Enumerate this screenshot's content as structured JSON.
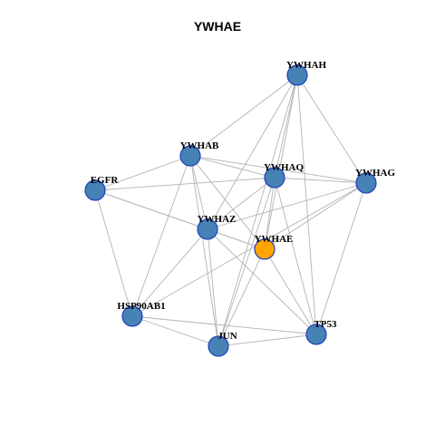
{
  "title": "YWHAE",
  "colors": {
    "node": "#4682b4",
    "highlight": "#ffa500",
    "node_border": "#1f3fbf",
    "edge": "#b3b3b3"
  },
  "nodes": [
    {
      "id": "YWHAH",
      "label": "YWHAH",
      "highlight": false
    },
    {
      "id": "YWHAB",
      "label": "YWHAB",
      "highlight": false
    },
    {
      "id": "YWHAQ",
      "label": "YWHAQ",
      "highlight": false
    },
    {
      "id": "YWHAG",
      "label": "YWHAG",
      "highlight": false
    },
    {
      "id": "EGFR",
      "label": "EGFR",
      "highlight": false
    },
    {
      "id": "YWHAZ",
      "label": "YWHAZ",
      "highlight": false
    },
    {
      "id": "YWHAE",
      "label": "YWHAE",
      "highlight": true
    },
    {
      "id": "HSP90AB1",
      "label": "HSP90AB1",
      "highlight": false
    },
    {
      "id": "TP53",
      "label": "TP53",
      "highlight": false
    },
    {
      "id": "JUN",
      "label": "JUN",
      "highlight": false
    }
  ],
  "edges": [
    [
      "YWHAH",
      "YWHAB"
    ],
    [
      "YWHAH",
      "YWHAQ"
    ],
    [
      "YWHAH",
      "YWHAG"
    ],
    [
      "YWHAH",
      "YWHAZ"
    ],
    [
      "YWHAH",
      "YWHAE"
    ],
    [
      "YWHAH",
      "JUN"
    ],
    [
      "YWHAH",
      "TP53"
    ],
    [
      "YWHAB",
      "EGFR"
    ],
    [
      "YWHAB",
      "YWHAQ"
    ],
    [
      "YWHAB",
      "YWHAG"
    ],
    [
      "YWHAB",
      "YWHAZ"
    ],
    [
      "YWHAB",
      "HSP90AB1"
    ],
    [
      "YWHAB",
      "JUN"
    ],
    [
      "YWHAB",
      "YWHAE"
    ],
    [
      "EGFR",
      "YWHAQ"
    ],
    [
      "EGFR",
      "YWHAZ"
    ],
    [
      "EGFR",
      "HSP90AB1"
    ],
    [
      "EGFR",
      "YWHAE"
    ],
    [
      "YWHAQ",
      "YWHAG"
    ],
    [
      "YWHAQ",
      "YWHAZ"
    ],
    [
      "YWHAQ",
      "YWHAE"
    ],
    [
      "YWHAQ",
      "JUN"
    ],
    [
      "YWHAQ",
      "TP53"
    ],
    [
      "YWHAG",
      "YWHAZ"
    ],
    [
      "YWHAG",
      "YWHAE"
    ],
    [
      "YWHAG",
      "TP53"
    ],
    [
      "YWHAG",
      "HSP90AB1"
    ],
    [
      "YWHAZ",
      "HSP90AB1"
    ],
    [
      "YWHAZ",
      "JUN"
    ],
    [
      "YWHAZ",
      "TP53"
    ],
    [
      "YWHAZ",
      "YWHAE"
    ],
    [
      "YWHAE",
      "TP53"
    ],
    [
      "YWHAE",
      "JUN"
    ],
    [
      "HSP90AB1",
      "JUN"
    ],
    [
      "HSP90AB1",
      "TP53"
    ],
    [
      "JUN",
      "TP53"
    ]
  ]
}
